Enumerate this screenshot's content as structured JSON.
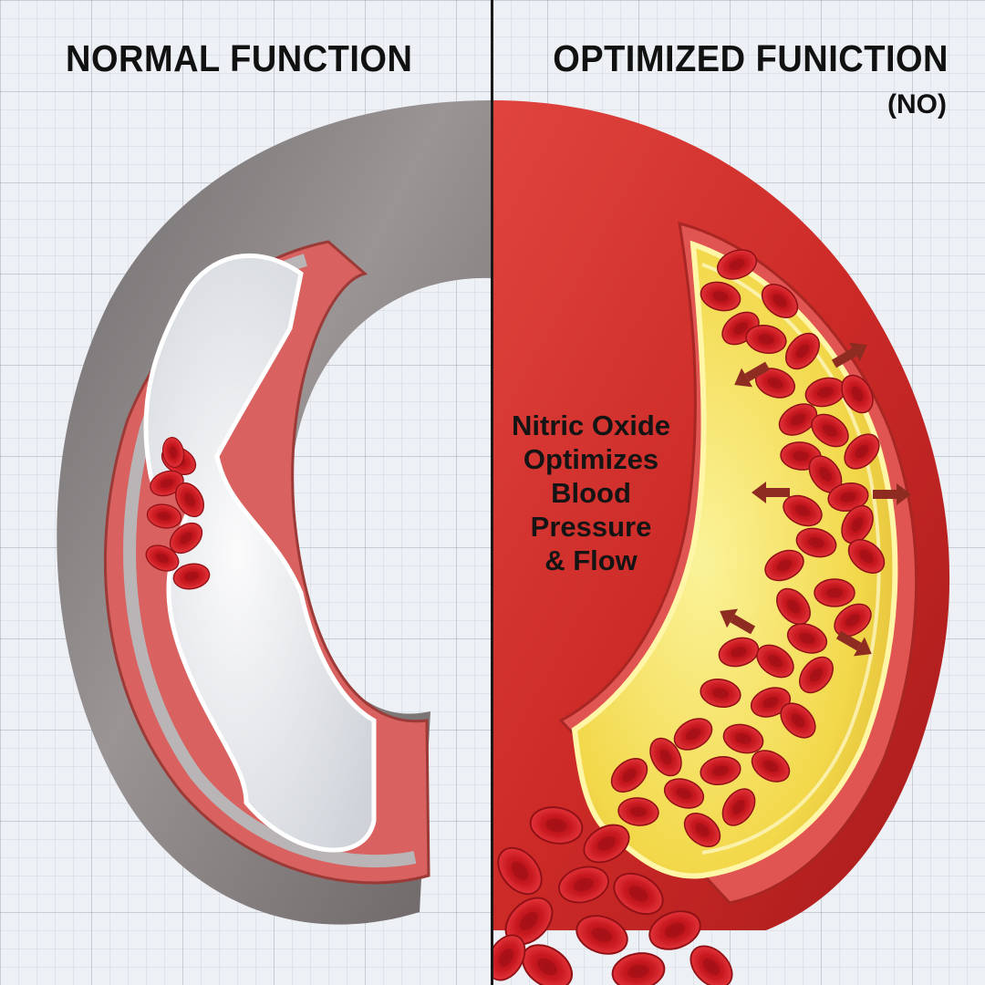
{
  "panels": {
    "left": {
      "title": "NORMAL FUNCTION"
    },
    "right": {
      "title": "OPTIMIZED FUNICTION",
      "subtitle": "(NO)"
    }
  },
  "callout": {
    "lines": [
      "Nitric Oxide",
      "Optimizes",
      "Blood",
      "Pressure",
      "& Flow"
    ]
  },
  "colors": {
    "vessel_normal_outer": "#8e8a8a",
    "vessel_wall": "#d9615f",
    "vessel_optimized_outer": "#d2302c",
    "lumen_normal": "#e6e8ec",
    "lumen_optimized": "#f2dd5a",
    "blood_cell": "#cc1c22",
    "arrow": "#8e2c22"
  },
  "icons": {
    "blood_cell": "red-blood-cell-icon",
    "arrow": "dilation-arrow-icon"
  }
}
